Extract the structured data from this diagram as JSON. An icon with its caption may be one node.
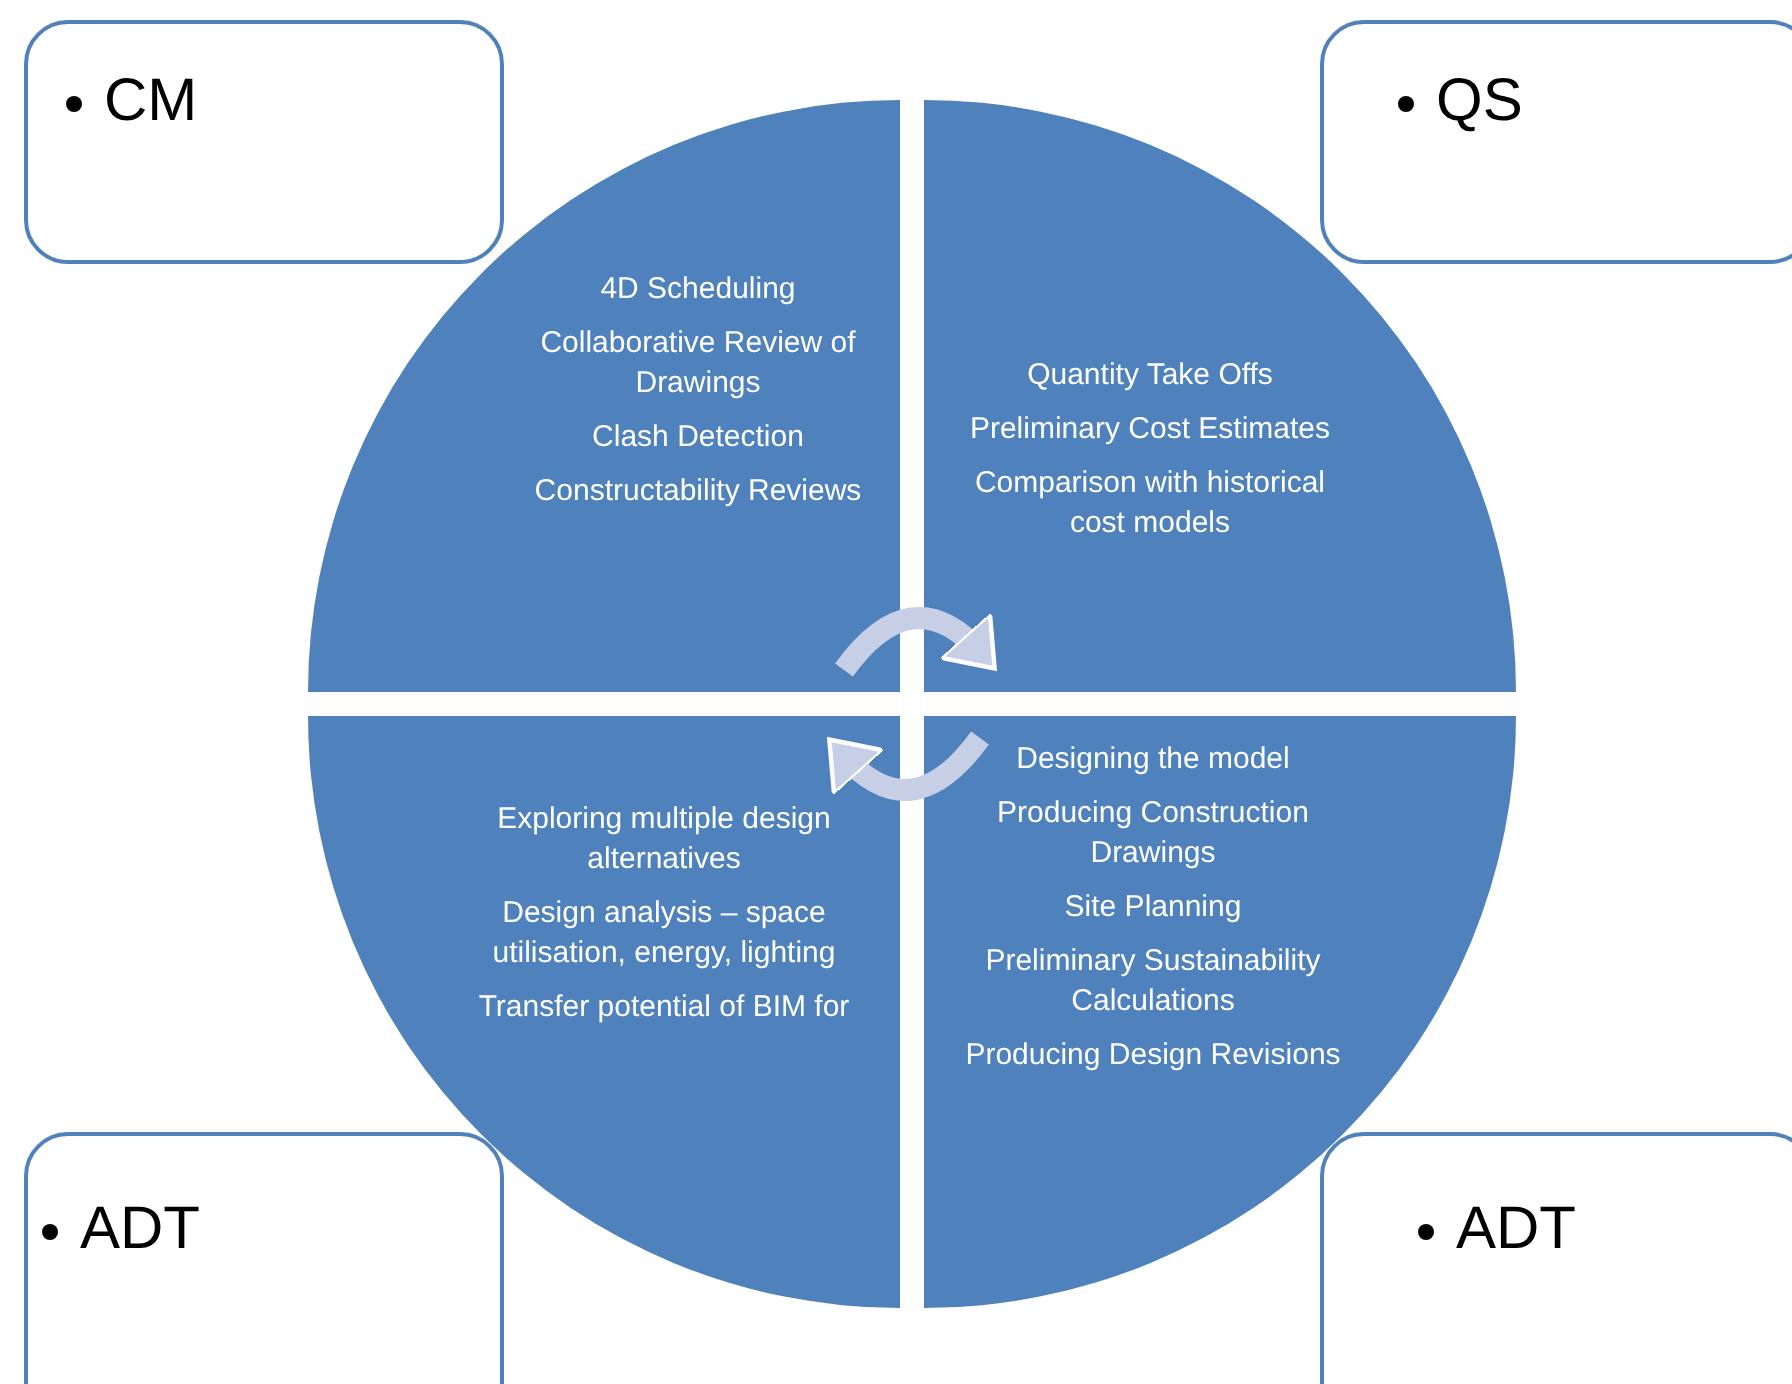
{
  "diagram": {
    "nodes": [
      {
        "text": [
          "CM"
        ]
      },
      {
        "text": [
          "QS"
        ]
      },
      {
        "text": [
          "4D Scheduling",
          "Collaborative Review of Drawings",
          "Clash Detection",
          "Constructability Reviews"
        ]
      },
      {
        "text": [
          "Quantity Take Offs",
          "Preliminary Cost Estimates",
          "Comparison with historical cost models"
        ]
      },
      {
        "text": [
          "Exploring multiple design alternatives",
          "Design analysis – space utilisation, energy, lighting",
          "Transfer potential of BIM for"
        ]
      },
      {
        "text": [
          "Designing the model",
          "Producing Construction Drawings",
          "Site Planning",
          "Preliminary Sustainability Calculations",
          "Producing Design Revisions"
        ]
      },
      {
        "text": [
          "ADT"
        ]
      },
      {
        "text": [
          "ADT"
        ]
      }
    ],
    "edges": [
      {
        "from": 2,
        "to": 3,
        "arrow": "to"
      },
      {
        "from": 5,
        "to": 4,
        "arrow": "to"
      }
    ]
  }
}
